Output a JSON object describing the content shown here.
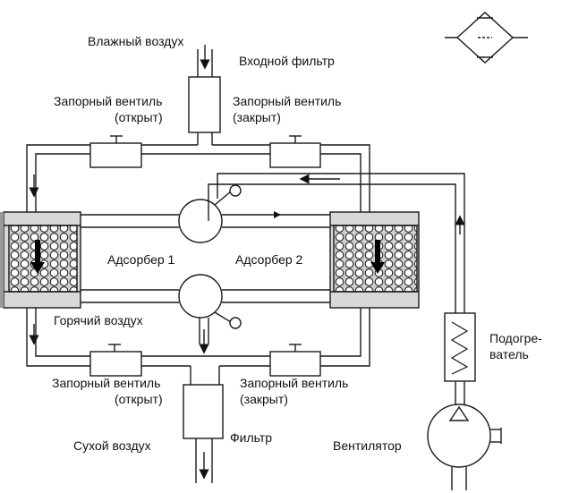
{
  "labels": {
    "humid_air": "Влажный воздух",
    "inlet_filter": "Входной фильтр",
    "valve_tl": "Запорный вентиль",
    "valve_tl_state": "(открыт)",
    "valve_tr": "Запорный вентиль",
    "valve_tr_state": "(закрыт)",
    "adsorber1": "Адсорбер 1",
    "adsorber2": "Адсорбер 2",
    "hot_air": "Горячий воздух",
    "heater_line1": "Подогре-",
    "heater_line2": "ватель",
    "valve_bl": "Запорный вентиль",
    "valve_bl_state": "(открыт)",
    "valve_br": "Запорный вентиль",
    "valve_br_state": "(закрыт)",
    "dry_air": "Сухой воздух",
    "outlet_filter": "Фильтр",
    "fan": "Вентилятор"
  },
  "colors": {
    "line": "#1a1a1a",
    "adsorber_fill": "#d8d8d8"
  }
}
